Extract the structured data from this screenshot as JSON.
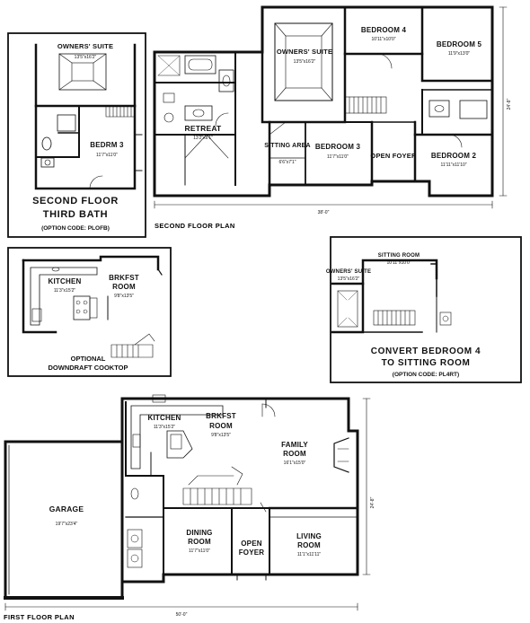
{
  "second_floor_plan": {
    "title": "SECOND FLOOR PLAN",
    "overall_width": "38'-0\"",
    "overall_depth": "24'-8\"",
    "rooms": {
      "owners_suite": {
        "name": "OWNERS' SUITE",
        "dim": "13'5\"x16'2\""
      },
      "bedroom_4": {
        "name": "BEDROOM 4",
        "dim": "10'11\"x10'0\""
      },
      "bedroom_5": {
        "name": "BEDROOM 5",
        "dim": "11'9\"x13'0\""
      },
      "retreat": {
        "name": "RETREAT",
        "dim": "13'2\"x6'1\""
      },
      "sitting_area": {
        "name": "SITTING AREA",
        "dim": "6'6\"x7'1\""
      },
      "bedroom_3": {
        "name": "BEDROOM 3",
        "dim": "11'7\"x11'0\""
      },
      "open_foyer": {
        "name": "OPEN FOYER",
        "dim": ""
      },
      "bedroom_2": {
        "name": "BEDROOM 2",
        "dim": "11'11\"x11'10\""
      }
    }
  },
  "third_bath_option": {
    "title_line1": "SECOND FLOOR",
    "title_line2": "THIRD BATH",
    "code": "(OPTION CODE: PLOFB)",
    "owners_suite": {
      "name": "OWNERS' SUITE",
      "dim": "13'5\"x16'2\""
    },
    "bedroom_3": {
      "name": "BEDRM 3",
      "dim": "11'7\"x11'0\""
    }
  },
  "cooktop_option": {
    "caption_line1": "OPTIONAL",
    "caption_line2": "DOWNDRAFT COOKTOP",
    "kitchen": {
      "name": "KITCHEN",
      "dim": "11'3\"x15'2\""
    },
    "brkfst": {
      "name": "BRKFST",
      "name2": "ROOM",
      "dim": "9'8\"x13'5\""
    }
  },
  "sitting_room_option": {
    "caption_line1": "CONVERT BEDROOM 4",
    "caption_line2": "TO SITTING ROOM",
    "code": "(OPTION CODE: PL4RT)",
    "sitting_room": {
      "name": "SITTING ROOM",
      "dim": "10'11\"x10'0\""
    },
    "owners_suite": {
      "name": "OWNERS' SUITE",
      "dim": "13'5\"x16'2\""
    }
  },
  "first_floor_plan": {
    "title": "FIRST FLOOR PLAN",
    "overall_width": "50'-0\"",
    "overall_depth": "24'-8\"",
    "rooms": {
      "kitchen": {
        "name": "KITCHEN",
        "dim": "11'3\"x15'2\""
      },
      "brkfst": {
        "name": "BRKFST",
        "name2": "ROOM",
        "dim": "9'8\"x13'5\""
      },
      "family": {
        "name": "FAMILY",
        "name2": "ROOM",
        "dim": "16'1\"x15'0\""
      },
      "garage": {
        "name": "GARAGE",
        "dim": "19'7\"x23'4\""
      },
      "dining": {
        "name": "DINING",
        "name2": "ROOM",
        "dim": "11'7\"x11'0\""
      },
      "open_foyer": {
        "name": "OPEN",
        "name2": "FOYER",
        "dim": ""
      },
      "living": {
        "name": "LIVING",
        "name2": "ROOM",
        "dim": "11'1\"x11'11\""
      }
    }
  }
}
